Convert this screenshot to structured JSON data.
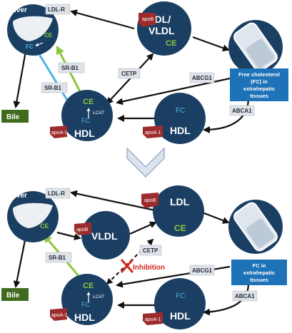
{
  "colors": {
    "node": "#1b3f63",
    "green_arrow": "#8cc63f",
    "blue_arrow": "#4fb3e8",
    "bile": "#3e6b1e",
    "apo_tag": "#9e2b2b",
    "tissue_box": "#1e72b8",
    "inhibition": "#d4261f"
  },
  "top": {
    "liver": "Liver",
    "liver_ce": "CE",
    "liver_fc": "FC",
    "ldlr": "LDL-R",
    "ldl_vldl_1": "LDL/",
    "ldl_vldl_2": "VLDL",
    "ldl_ce": "CE",
    "apob": "apoB",
    "srb1_a": "SR-B1",
    "srb1_b": "SR-B1",
    "cetp": "CETP",
    "abcg1": "ABCG1",
    "abca1": "ABCA1",
    "tissue_1": "Free cholesterol",
    "tissue_2": "(FC) in",
    "tissue_3": "extrahepatic",
    "tissue_4": "tissues",
    "hdl1": "HDL",
    "hdl1_ce": "CE",
    "hdl1_fc": "FC",
    "lcat": "LCAT",
    "apoa1_a": "apoA-1",
    "hdl2": "HDL",
    "hdl2_fc": "FC",
    "apoa1_b": "apoA-1",
    "bile": "Bile"
  },
  "bottom": {
    "liver": "Liver",
    "liver_ce": "CE",
    "ldlr": "LDL-R",
    "ldl": "LDL",
    "ldl_ce": "CE",
    "apob_a": "apoB",
    "vldl": "VLDL",
    "apob_b": "apoB",
    "srb1": "SR-B1",
    "cetp": "CETP",
    "inhibition": "Inhibition",
    "abcg1": "ABCG1",
    "abca1": "ABCA1",
    "tissue_1": "FC in",
    "tissue_2": "extrahepatic",
    "tissue_3": "tissues",
    "hdl1": "HDL",
    "hdl1_ce": "CE",
    "hdl1_fc": "FC",
    "lcat": "LCAT",
    "apoa1_a": "apoA-1",
    "hdl2": "HDL",
    "hdl2_fc": "FC",
    "apoa1_b": "apoA-1",
    "bile": "Bile"
  }
}
